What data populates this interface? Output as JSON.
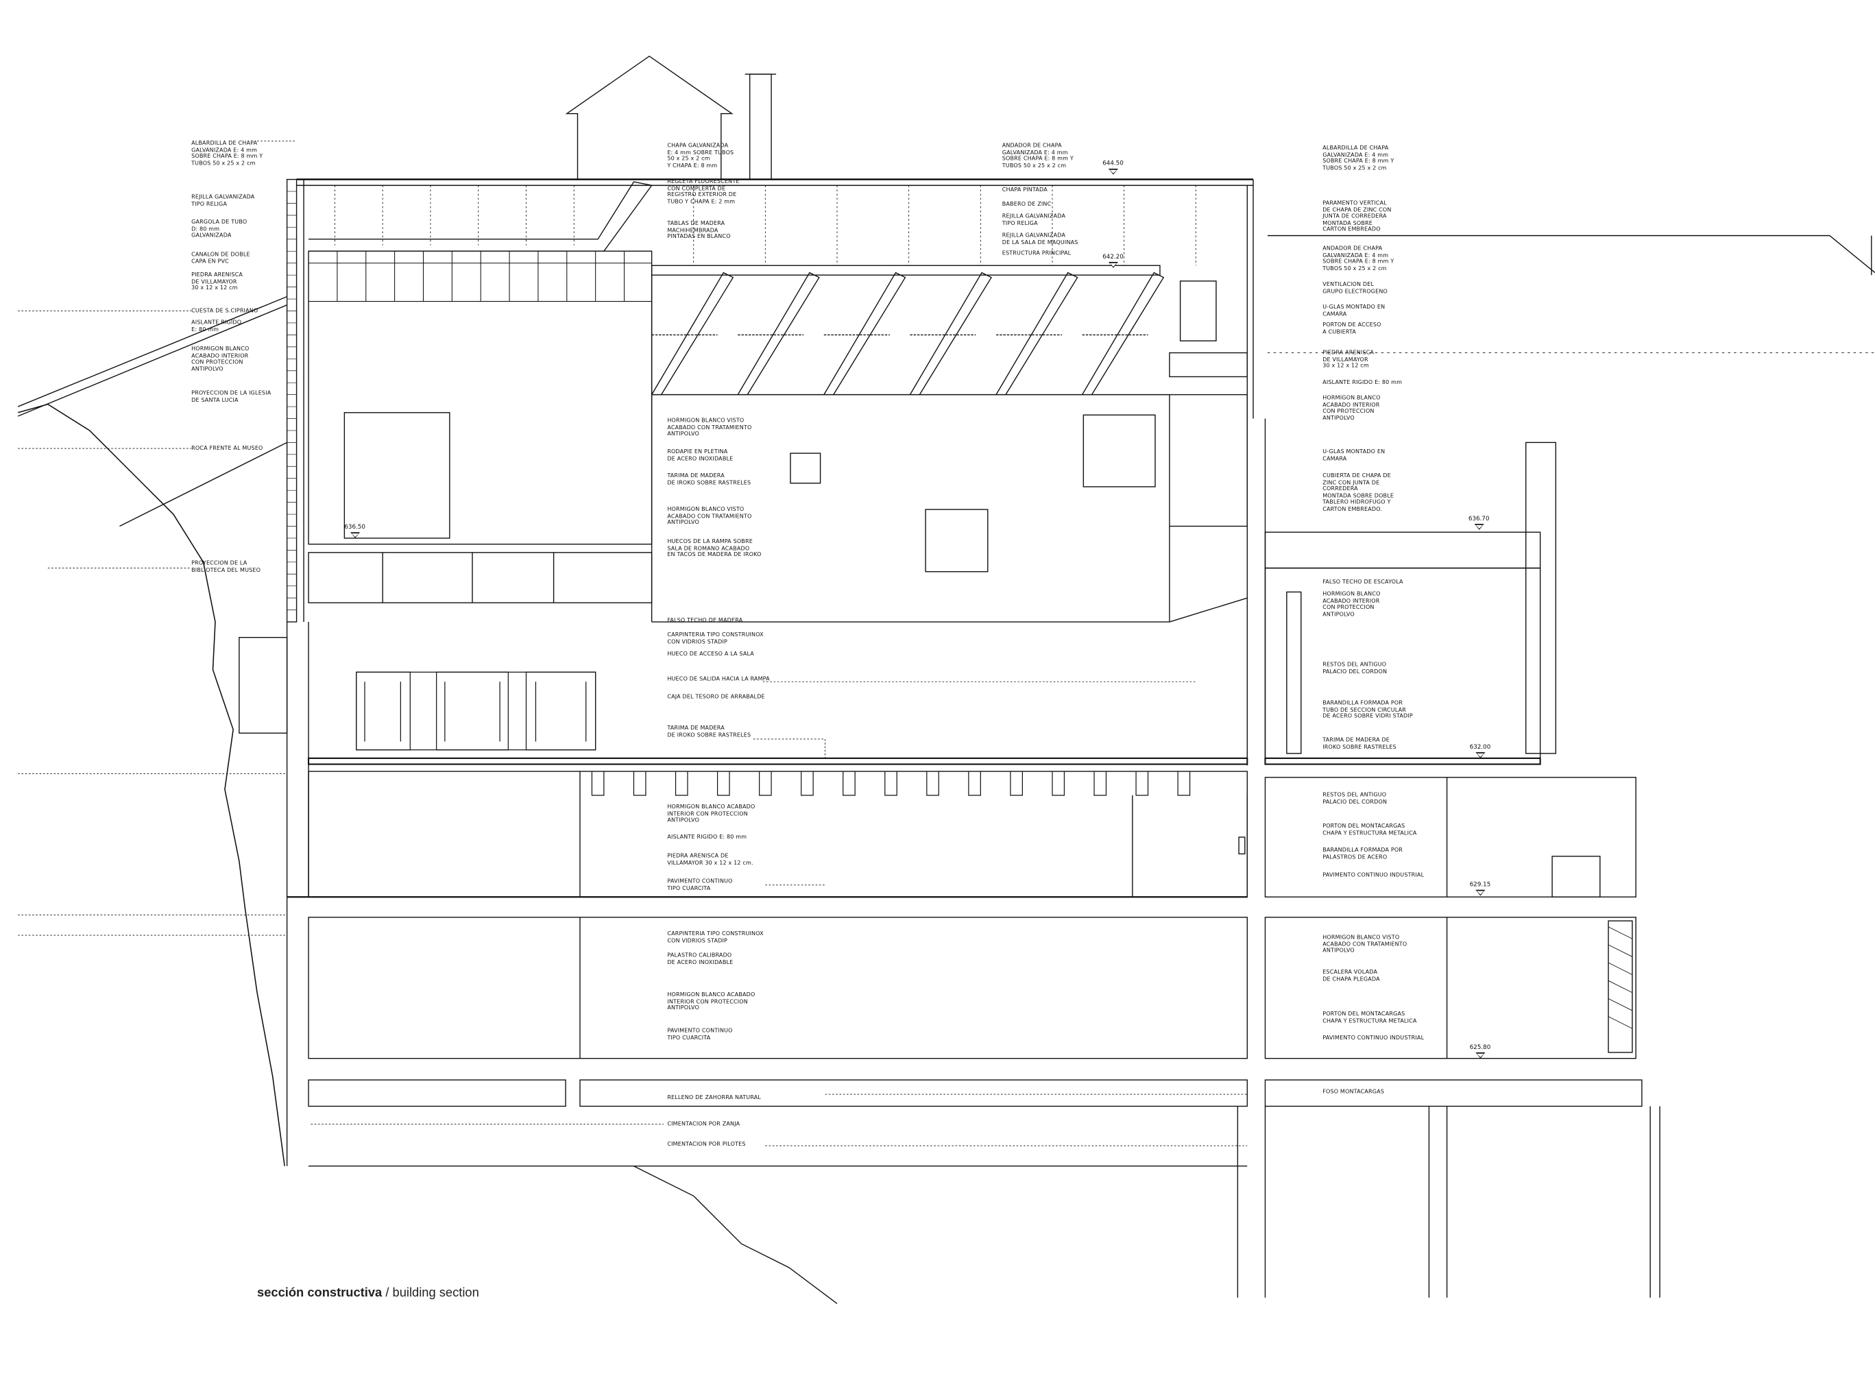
{
  "caption": {
    "bold": "sección constructiva",
    "separator": " / ",
    "light": "building section"
  },
  "labels_left": [
    "ALBARDILLA DE CHAPA\nGALVANIZADA E: 4 mm\nSOBRE CHAPA E: 8 mm Y\nTUBOS 50 x 25 x 2 cm",
    "REJILLA GALVANIZADA\nTIPO RELIGA",
    "GARGOLA DE TUBO\nD: 80 mm\nGALVANIZADA",
    "CANALON DE DOBLE\nCAPA EN PVC",
    "PIEDRA ARENISCA\nDE VILLAMAYOR\n30 x 12 x 12 cm",
    "CUESTA DE S.CIPRIANO",
    "AISLANTE RIGIDO\nE: 80 mm",
    "HORMIGON BLANCO\nACABADO INTERIOR\nCON PROTECCION\nANTIPOLVO",
    "PROYECCION DE LA IGLESIA\nDE SANTA LUCIA",
    "ROCA FRENTE AL MUSEO",
    "PROYECCION DE LA\nBIBLIOTECA DEL MUSEO"
  ],
  "labels_center": [
    "CHAPA GALVANIZADA\nE: 4 mm SOBRE TUBOS\n50 x 25 x 2 cm\nY CHAPA E: 8 mm",
    "REGLETA FLUORESCENTE\nCON COMPLERTA DE\nREGISTRO EXTERIOR DE\nTUBO Y CHAPA E: 2 mm",
    "TABLAS DE MADERA\nMACHIHEMBRADA\nPINTADAS EN BLANCO",
    "HORMIGON BLANCO VISTO\nACABADO CON TRATAMIENTO\nANTIPOLVO",
    "RODAPIE EN PLETINA\nDE ACERO INOXIDABLE",
    "TARIMA DE MADERA\nDE IROKO SOBRE RASTRELES",
    "HORMIGON BLANCO VISTO\nACABADO CON TRATAMIENTO\nANTIPOLVO",
    "HUECOS DE LA RAMPA SOBRE\nSALA DE ROMANO ACABADO\nEN TACOS DE MADERA DE IROKO",
    "FALSO TECHO DE MADERA",
    "CARPINTERIA TIPO CONSTRUINOX\nCON VIDRIOS STADIP",
    "HUECO DE ACCESO A LA SALA",
    "HUECO DE SALIDA HACIA LA RAMPA",
    "CAJA DEL TESORO DE ARRABALDE",
    "TARIMA DE MADERA\nDE IROKO SOBRE RASTRELES",
    "HORMIGON BLANCO ACABADO\nINTERIOR CON PROTECCION\nANTIPOLVO",
    "AISLANTE RIGIDO E: 80 mm",
    "PIEDRA ARENISCA DE\nVILLAMAYOR 30 x 12 x 12 cm.",
    "PAVIMENTO CONTINUO\nTIPO CUARCITA",
    "CARPINTERIA TIPO CONSTRUINOX\nCON VIDRIOS STADIP",
    "PALASTRO CALIBRADO\nDE ACERO INOXIDABLE",
    "HORMIGON BLANCO ACABADO\nINTERIOR CON PROTECCION\nANTIPOLVO",
    "PAVIMENTO CONTINUO\nTIPO CUARCITA",
    "RELLENO DE ZAHORRA NATURAL",
    "CIMENTACION POR ZANJA",
    "CIMENTACION POR PILOTES"
  ],
  "labels_roof": [
    "ANDADOR DE CHAPA\nGALVANIZADA E: 4 mm\nSOBRE CHAPA E: 8 mm Y\nTUBOS 50 x 25 x 2 cm",
    "CHAPA PINTADA",
    "BABERO DE ZINC",
    "REJILLA GALVANIZADA\nTIPO RELIGA",
    "REJILLA GALVANIZADA\nDE LA SALA DE MAQUINAS",
    "ESTRUCTURA PRINCIPAL"
  ],
  "labels_right": [
    "ALBARDILLA DE CHAPA\nGALVANIZADA E: 4 mm\nSOBRE CHAPA E: 8 mm Y\nTUBOS 50 x 25 x 2 cm",
    "PARAMENTO VERTICAL\nDE CHAPA DE ZINC CON\nJUNTA DE CORREDERA\nMONTADA SOBRE\nCARTON EMBREADO",
    "ANDADOR DE CHAPA\nGALVANIZADA E: 4 mm\nSOBRE CHAPA E: 8 mm Y\nTUBOS 50 x 25 x 2 cm",
    "VENTILACION DEL\nGRUPO ELECTROGENO",
    "U-GLAS MONTADO EN\nCAMARA",
    "PORTON DE ACCESO\nA CUBIERTA",
    "PIEDRA ARENISCA\nDE VILLAMAYOR\n30 x 12 x 12 cm",
    "AISLANTE RIGIDO E: 80 mm",
    "HORMIGON BLANCO\nACABADO INTERIOR\nCON PROTECCION\nANTIPOLVO",
    "U-GLAS MONTADO EN\nCAMARA",
    "CUBIERTA DE CHAPA DE\nZINC CON JUNTA DE\nCORREDERA\nMONTADA SOBRE DOBLE\nTABLERO HIDROFUGO Y\nCARTON EMBREADO.",
    "FALSO TECHO DE ESCAYOLA",
    "HORMIGON BLANCO\nACABADO INTERIOR\nCON PROTECCION\nANTIPOLVO",
    "RESTOS DEL ANTIGUO\nPALACIO DEL CORDON",
    "BARANDILLA FORMADA POR\nTUBO DE SECCION CIRCULAR\nDE ACERO SOBRE VIDRI STADIP",
    "TARIMA DE MADERA DE\nIROKO SOBRE RASTRELES",
    "RESTOS DEL ANTIGUO\nPALACIO DEL CORDON",
    "PORTON DEL MONTACARGAS\nCHAPA Y ESTRUCTURA METALICA",
    "BARANDILLA FORMADA POR\nPALASTROS DE ACERO",
    "PAVIMENTO CONTINUO INDUSTRIAL",
    "HORMIGON BLANCO VISTO\nACABADO CON TRATAMIENTO\nANTIPOLVO",
    "ESCALERA VOLADA\nDE CHAPA PLEGADA",
    "PORTON DEL MONTACARGAS\nCHAPA Y ESTRUCTURA METALICA",
    "PAVIMENTO CONTINUO INDUSTRIAL",
    "FOSO MONTACARGAS"
  ],
  "levels": [
    "644.50",
    "642.20",
    "636.50",
    "636.70",
    "632.00",
    "629.15",
    "625.80"
  ]
}
